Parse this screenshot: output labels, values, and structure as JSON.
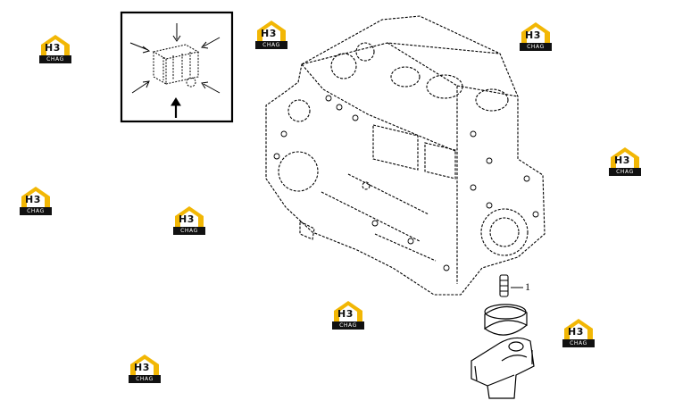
{
  "diagram": {
    "callouts": [
      {
        "label": "1"
      }
    ],
    "watermark": {
      "logo_text": "H3",
      "sub_text": "CHAG",
      "accent_color": "#f2b705"
    }
  }
}
